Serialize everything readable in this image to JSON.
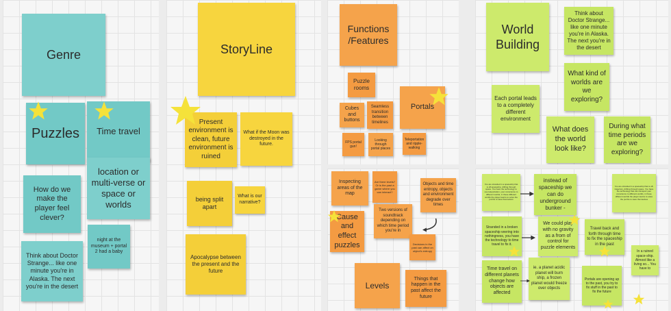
{
  "colors": {
    "teal": "#7ecfcc",
    "yellow": "#f7d53e",
    "orange": "#f5a34b",
    "green": "#cdea6c",
    "star": "#f5e23a"
  },
  "icons": {
    "star": "star-icon",
    "arrow": "arrow-icon"
  },
  "genre": {
    "header": "Genre",
    "puzzles": "Puzzles",
    "time_travel": "Time travel",
    "location": "location  or multi-verse or space or worlds",
    "clever": "How do we make the player feel clever?",
    "strange": "Think about Doctor Strange... like one minute you're in Alaska. The next you're in the desert",
    "museum": "night at the museum + portal 2 had a baby"
  },
  "storyline": {
    "header": "StoryLine",
    "present": "Present environment is clean, future environment is ruined",
    "moon": "What if the Moon was destroyed in the future.",
    "split": "being split apart",
    "narrative": "What is our narrative?",
    "apocalypse": "Apocalypse between the present and the future"
  },
  "functions": {
    "header": "Functions /Features",
    "puzzle_rooms": "Puzzle rooms",
    "cubes": "Cubes and buttons",
    "seamless": "Seamless transition between timelines",
    "portals": "Portals",
    "portal_gun": "FPS portal gun!",
    "looking": "Looking through portal places",
    "teleportation": "Teleportation and ripple-walking"
  },
  "mechanics": {
    "inspecting": "Inspecting areas of the map",
    "levels_q": "Are there levels? Or is the past a game where you can interact?",
    "objects": "Objects and time entropy, objects and environment degrade over times",
    "cause": "Cause and effect puzzles",
    "soundtrack": "Two versions of soundtrack depending on which time period you're in",
    "decisions": "Decisions in the past can affect on object's entropy",
    "levels": "Levels",
    "things": "Things that happen in the past affect the future"
  },
  "world": {
    "header": "World Building",
    "strange": "Think about Doctor Strange... like one minute you're in Alaska. The next you're in the desert",
    "portal_leads": "Each portal leads to a completely different environment",
    "kind": "What kind of worlds are we exploring?",
    "look": "What does the world look like?",
    "periods": "During what time periods are we exploring?"
  },
  "ideas": {
    "intro": "You are stranded in a spaceship that is off-spaceship, drifting through space. You have the technology to use teleportation, your conscience to different worlds, in these different worlds the player learns to solve the puzzle to save themselves",
    "underground": "instead of spaceship we can do underground bunker -",
    "right_top": "You are stranded in a spaceship that is off-trajectory, drifting through space. You have the technology that can transport your conscience to different worlds, in these different worlds the player learns to solve the puzzle to save themselves",
    "stranded": "Stranded in a broken spaceship veering into nothingness, you have the technology to time travel to fix it.",
    "gravity": "We could play with no gravity as a from of control for puzzle elements",
    "travel_back": "Travel back and forth through time to fix the spaceship in the past",
    "ruined": "In a ruined space-ship. Almost like a living so... You have to",
    "different_planets": "Time travel on different planets change how objects are affected",
    "acidic": "ie. a planet acidic planet will burn ship, a frozen planet would freeze over objects",
    "opening": "Portals are opening up to the past, you try to fix stuff in the past to fix the future"
  }
}
